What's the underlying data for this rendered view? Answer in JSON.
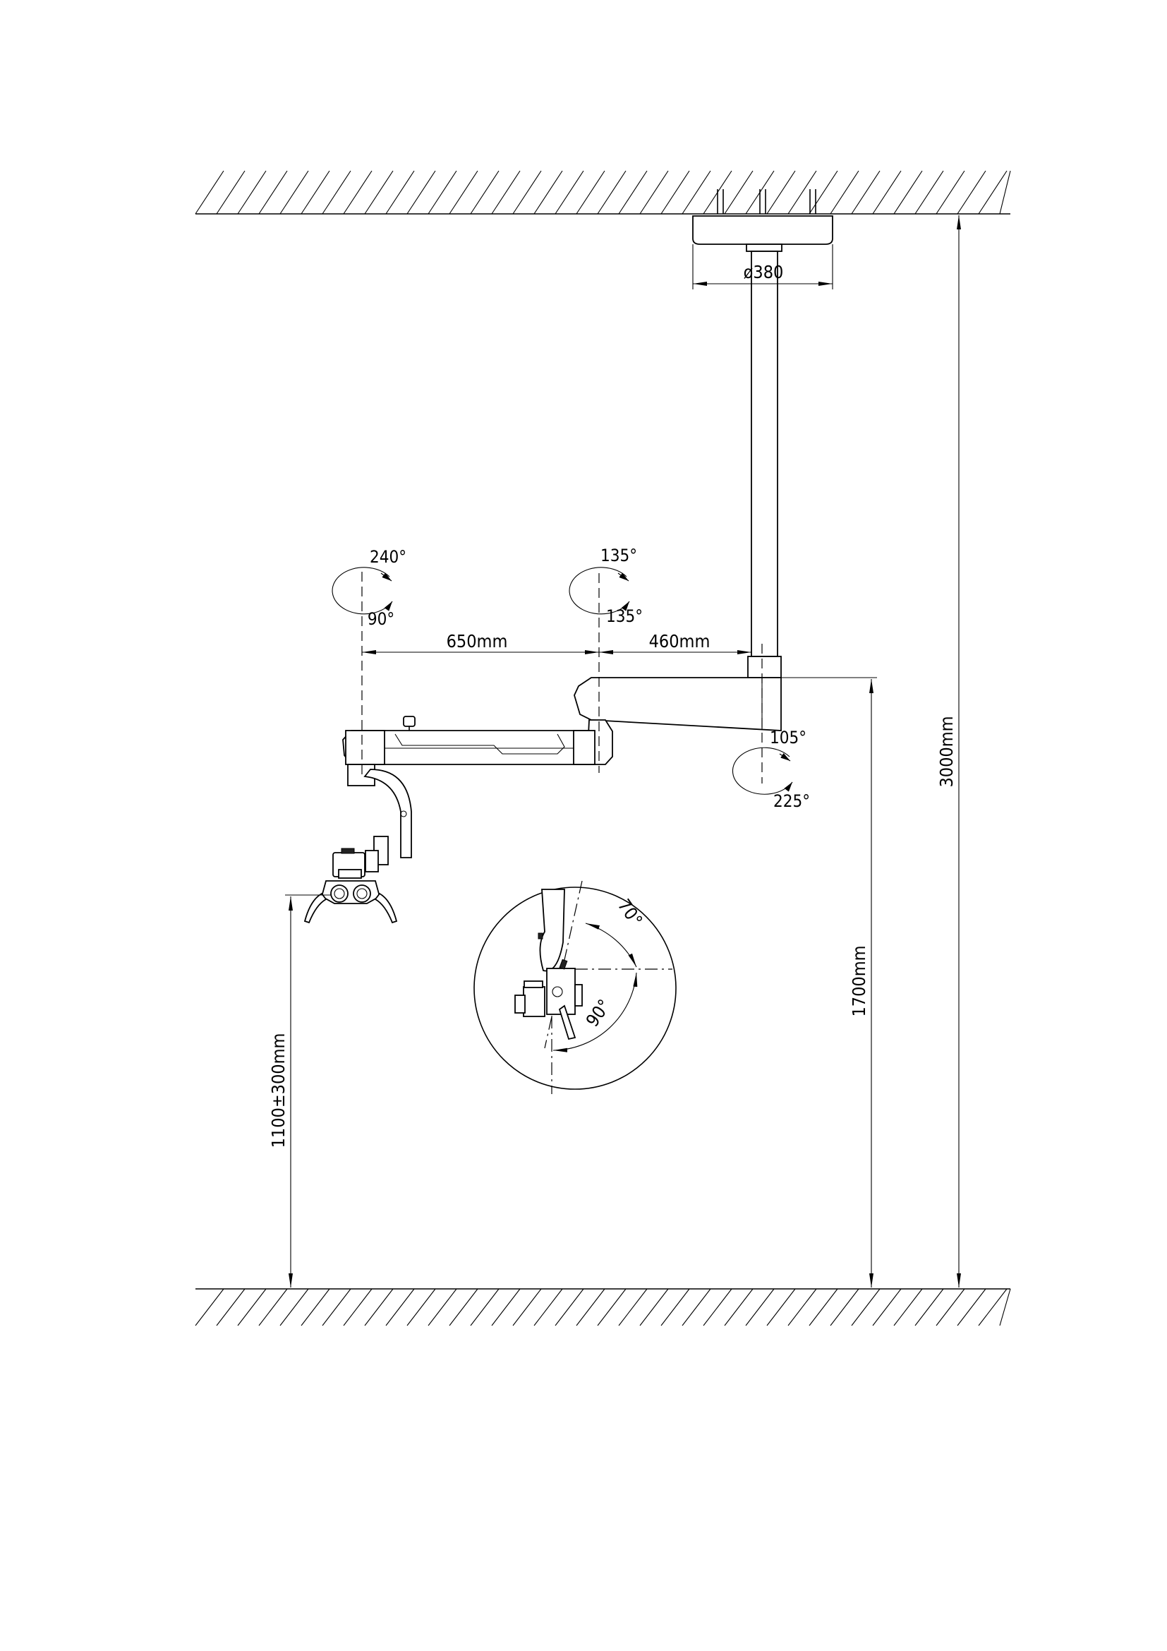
{
  "drawing": {
    "ceiling_base_diameter": "ø380",
    "total_height": "3000mm",
    "arm_height": "1700mm",
    "working_height": "1100±300mm",
    "arm1_length": "650mm",
    "arm2_length": "460mm",
    "joint_left": {
      "top": "240°",
      "bottom": "90°"
    },
    "joint_middle": {
      "top": "135°",
      "bottom": "135°"
    },
    "joint_column": {
      "top": "105°",
      "bottom": "225°"
    },
    "tilt_inset": {
      "upper": "70°",
      "lower": "90°"
    }
  }
}
